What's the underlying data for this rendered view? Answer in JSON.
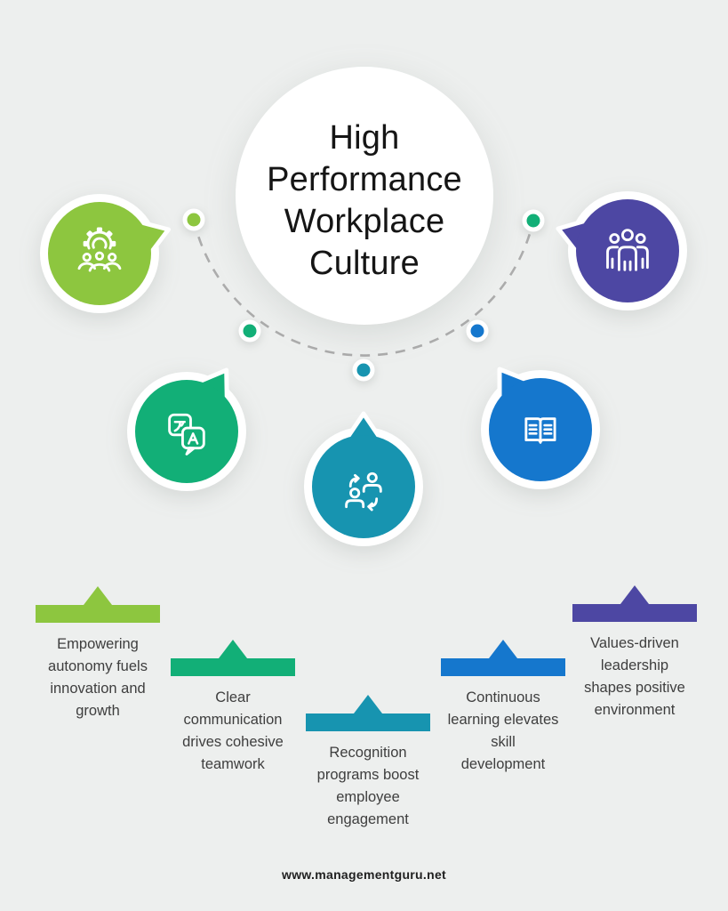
{
  "title": {
    "text": "High\nPerformance\nWorkplace\nCulture"
  },
  "items": [
    {
      "id": "autonomy",
      "color": "#8DC63F",
      "icon": "gear-team-icon",
      "caption": "Empowering\nautonomy fuels\ninnovation and\ngrowth"
    },
    {
      "id": "communication",
      "color": "#12AF77",
      "icon": "translation-chat-icon",
      "caption": "Clear\ncommunication\ndrives cohesive\nteamwork"
    },
    {
      "id": "recognition",
      "color": "#1794B0",
      "icon": "people-exchange-icon",
      "caption": "Recognition\nprograms boost\nemployee\nengagement"
    },
    {
      "id": "learning",
      "color": "#1577CD",
      "icon": "open-book-icon",
      "caption": "Continuous\nlearning elevates\nskill\ndevelopment"
    },
    {
      "id": "leadership",
      "color": "#4D47A3",
      "icon": "team-group-icon",
      "caption": "Values-driven\nleadership\nshapes positive\nenvironment"
    }
  ],
  "connector": {
    "line_color": "#ACACAC",
    "dot_colors": [
      "#8DC63F",
      "#12AF77",
      "#1794B0",
      "#1577CD",
      "#12AF77"
    ]
  },
  "footer": {
    "url": "www.managementguru.net"
  },
  "background": "#EDEFEE"
}
